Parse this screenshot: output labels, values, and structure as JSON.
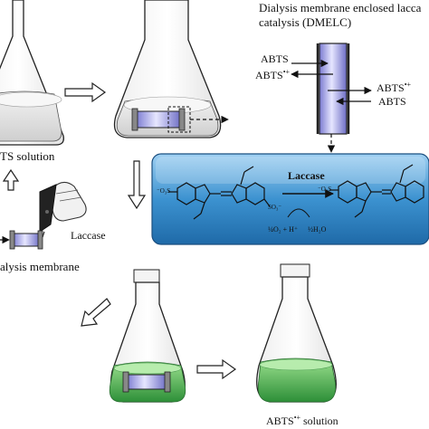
{
  "title": {
    "line1": "Dialysis membrane enclosed lacca",
    "line2": "catalysis (DMELC)"
  },
  "labels": {
    "abts_solution": "TS solution",
    "laccase": "Laccase",
    "dialysis_membrane": "alysis membrane",
    "abts_radical_solution": "ABTS",
    "abts_radical_solution_sup": "•+",
    "abts_radical_solution_tail": "solution"
  },
  "membrane": {
    "abts_in_left": "ABTS",
    "abts_out_left": "ABTS",
    "abts_out_left_sup": "•+",
    "abts_right_top": "ABTS",
    "abts_right_top_sup": "•+",
    "abts_right_bottom": "ABTS"
  },
  "reaction": {
    "enzyme": "Laccase",
    "o2_label": "¼O₂ + H⁺",
    "h2o_label": "½H₂O",
    "so3_left": "⁻O₃S",
    "so3_mid": "SO₃⁻",
    "so3_right": "⁻O₃S"
  },
  "colors": {
    "reaction_panel": "#2f86c6",
    "green_liquid": "#3fa84a",
    "membrane": "#8f8fd8"
  }
}
